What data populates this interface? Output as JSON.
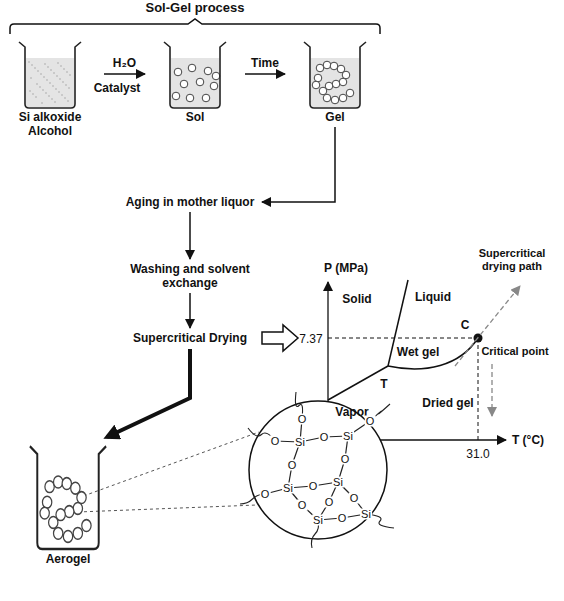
{
  "diagram": {
    "title": "Sol-Gel process",
    "nodes": [
      {
        "text": [
          "Si alkoxide",
          "Alcohol"
        ]
      },
      {
        "text": [
          "Sol"
        ]
      },
      {
        "text": [
          "Gel"
        ]
      },
      {
        "text": [
          "Aging in mother liquor"
        ]
      },
      {
        "text": [
          "Washing and solvent exchange"
        ]
      },
      {
        "text": [
          "Supercritical Drying"
        ]
      },
      {
        "text": [
          "Aerogel"
        ]
      }
    ],
    "edges": [
      {
        "from": 0,
        "to": 1,
        "arrow": "to",
        "label": "H₂O"
      },
      {
        "from": 1,
        "to": 2,
        "arrow": "to",
        "label": "Time"
      },
      {
        "from": 2,
        "to": 3,
        "arrow": "to"
      },
      {
        "from": 3,
        "to": 4,
        "arrow": "to"
      },
      {
        "from": 4,
        "to": 5,
        "arrow": "to"
      },
      {
        "from": 5,
        "to": 6,
        "arrow": "to"
      }
    ],
    "labels": [
      "Catalyst",
      "P (MPa)",
      "7.37",
      "Solid",
      "Liquid",
      "Wet gel",
      "T",
      "Vapor",
      "Dried gel",
      "C",
      "Critical point",
      "Supercritical drying path",
      "31.0",
      "T (°C)",
      "Si",
      "Si",
      "Si",
      "Si",
      "Si",
      "Si",
      "O",
      "O",
      "O",
      "O",
      "O",
      "O",
      "O",
      "O",
      "O",
      "O",
      "O",
      "O"
    ]
  }
}
